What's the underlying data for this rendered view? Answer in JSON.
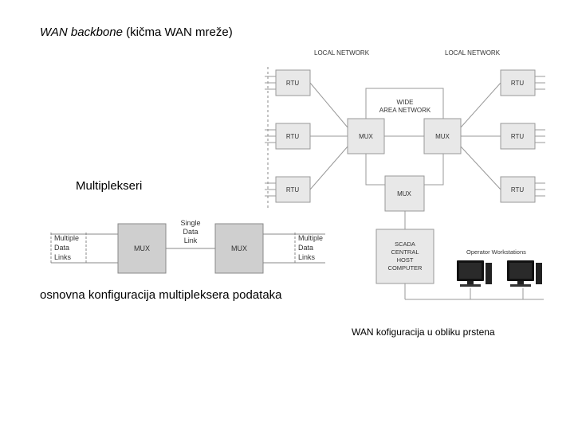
{
  "slide": {
    "title_main": "WAN backbone",
    "title_rest": " (kičma WAN mreže)",
    "label_multiplexers": "Multiplekseri",
    "caption_basic": "osnovna konfiguracija multipleksera podataka",
    "caption_ring": "WAN kofiguracija u obliku prstena"
  },
  "basic_diagram": {
    "left_links": [
      "Multiple",
      "Data",
      "Links"
    ],
    "right_links": [
      "Multiple",
      "Data",
      "Links"
    ],
    "mux_left": "MUX",
    "mux_right": "MUX",
    "single_link": [
      "Single",
      "Data",
      "Link"
    ]
  },
  "wan_diagram": {
    "local_network_left": "LOCAL NETWORK",
    "local_network_right": "LOCAL NETWORK",
    "rtu_label": "RTU",
    "mux_label": "MUX",
    "wan_label": [
      "WIDE",
      "AREA NETWORK"
    ],
    "scada_lines": [
      "SCADA",
      "CENTRAL",
      "HOST",
      "COMPUTER"
    ],
    "operator_label": "Operator Workstations"
  }
}
